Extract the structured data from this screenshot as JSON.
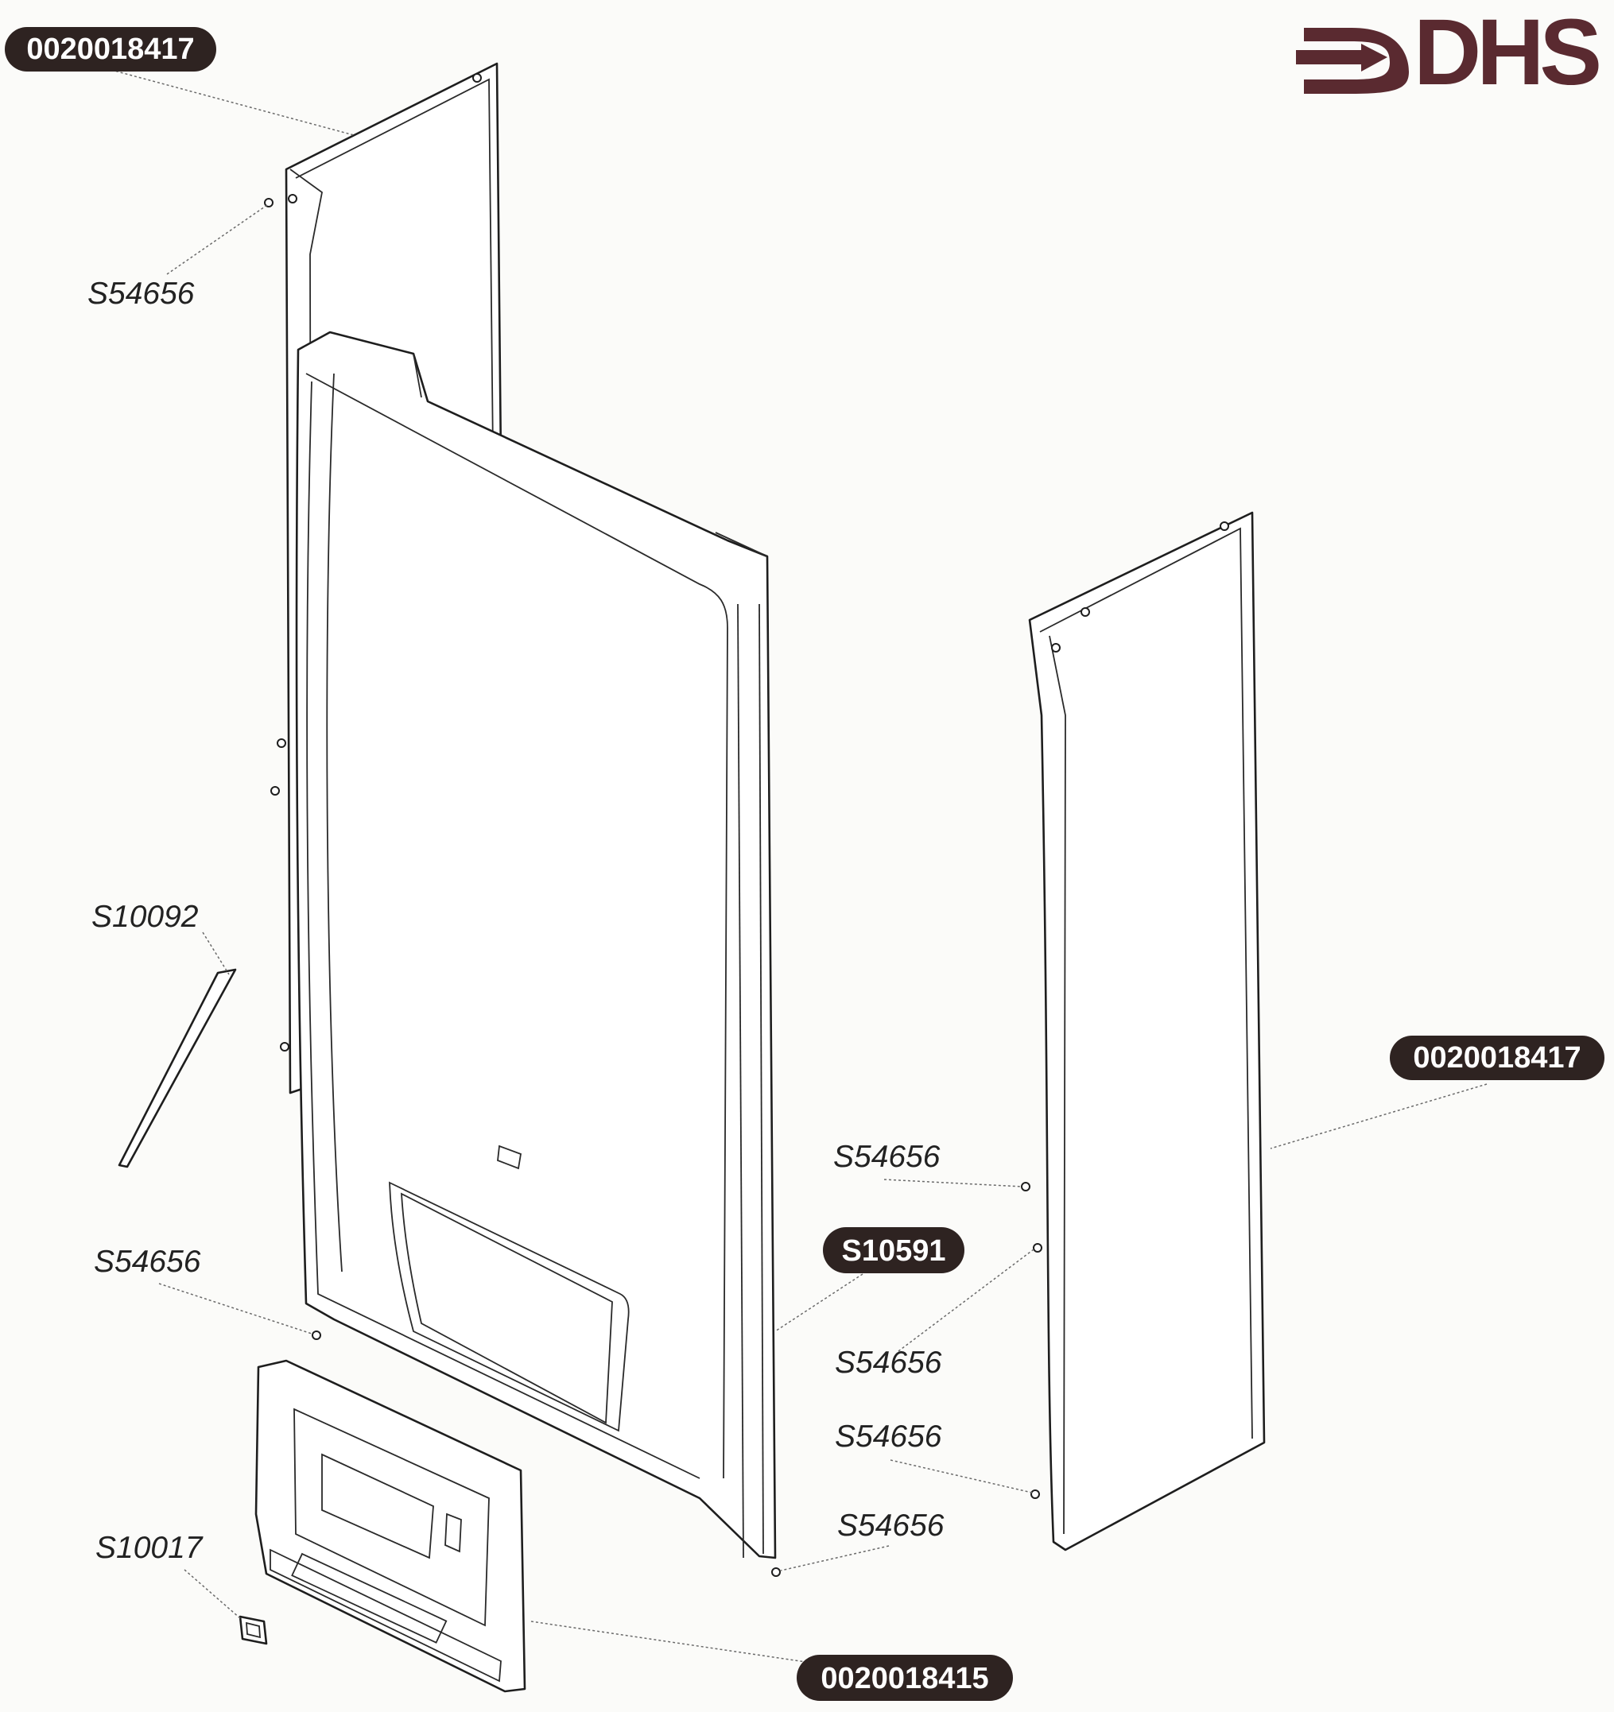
{
  "brand": {
    "logo_text": "DHS",
    "logo_color": "#5a2a30"
  },
  "part_numbers": {
    "top_left_panel": "0020018417",
    "right_panel": "0020018417",
    "front_casing": "S10591",
    "control_fascia": "0020018415"
  },
  "callouts": {
    "screw_top_left": "S54656",
    "rod": "S10092",
    "screw_bottom_left": "S54656",
    "screw_right_1": "S54656",
    "screw_right_2": "S54656",
    "screw_right_3": "S54656",
    "screw_bottom_center": "S54656",
    "clip": "S10017"
  },
  "colors": {
    "pill_background": "#2e2321",
    "pill_text": "#ffffff",
    "line": "#1e1e1e"
  }
}
